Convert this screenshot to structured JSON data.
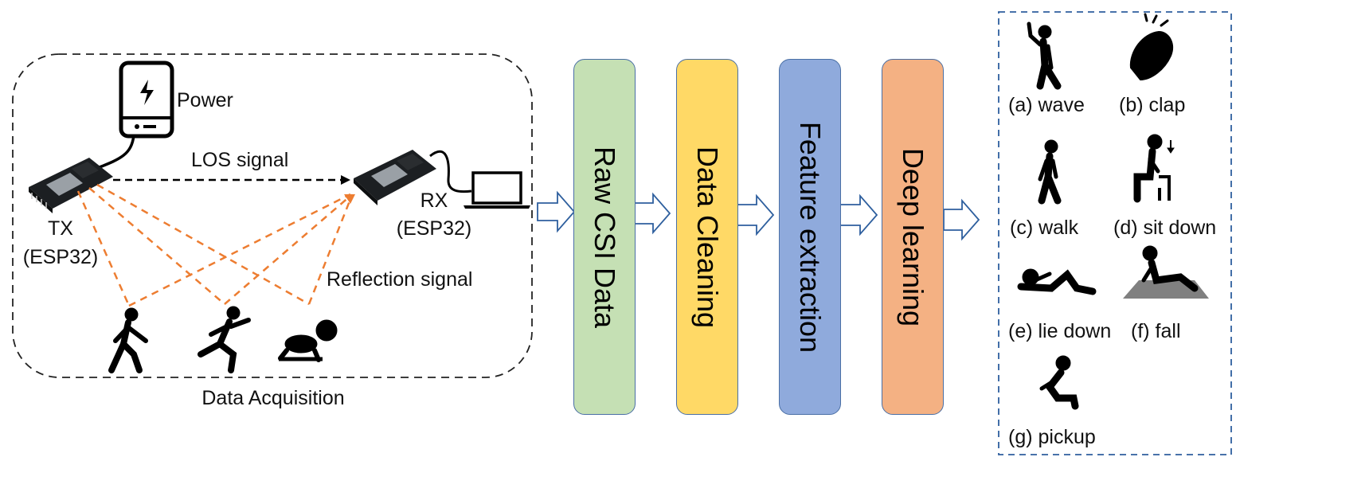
{
  "acquisition": {
    "power_label": "Power",
    "los_label": "LOS signal",
    "tx_label": "TX",
    "tx_sub": "(ESP32)",
    "rx_label": "RX",
    "rx_sub": "(ESP32)",
    "reflection_label": "Reflection signal",
    "caption": "Data Acquisition"
  },
  "pipeline": {
    "stages": [
      {
        "label": "Raw CSI Data",
        "color": "#c5e0b4"
      },
      {
        "label": "Data Cleaning",
        "color": "#ffd966"
      },
      {
        "label": "Feature extraction",
        "color": "#8faadc"
      },
      {
        "label": "Deep learning",
        "color": "#f4b183"
      }
    ]
  },
  "activities": {
    "items": [
      {
        "label": "(a) wave",
        "icon": "wave-person-icon"
      },
      {
        "label": "(b) clap",
        "icon": "clap-hands-icon"
      },
      {
        "label": "(c) walk",
        "icon": "walk-person-icon"
      },
      {
        "label": "(d) sit down",
        "icon": "sit-person-icon"
      },
      {
        "label": "(e) lie down",
        "icon": "lie-person-icon"
      },
      {
        "label": "(f) fall",
        "icon": "fall-person-icon"
      },
      {
        "label": "(g) pickup",
        "icon": "pickup-person-icon"
      }
    ]
  },
  "colors": {
    "signal_orange": "#ed7d31",
    "arrow_blue": "#2e5f9e",
    "panel_border": "#2e5f9e"
  }
}
